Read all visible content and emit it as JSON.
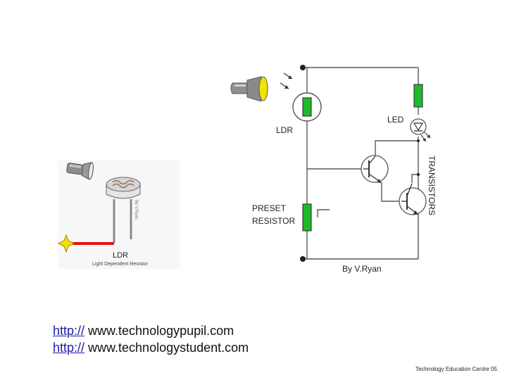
{
  "colors": {
    "wire": "#595959",
    "component_green": "#1fba2b",
    "beam_red": "#e31313",
    "link_blue": "#1a1aa6",
    "lamp_yellow": "#f2e300"
  },
  "ldr_photo": {
    "component_label": "LDR",
    "component_caption": "Light Dependent Resistor",
    "credit": "By V.Ryan"
  },
  "circuit": {
    "labels": {
      "ldr": "LDR",
      "led": "LED",
      "transistors": "TRANSISTORS",
      "preset_line1": "PRESET",
      "preset_line2": "RESISTOR"
    },
    "credit": "By V.Ryan"
  },
  "links": [
    {
      "prefix": "http://",
      "site": "www.technologypupil.com"
    },
    {
      "prefix": "http://",
      "site": "www.technologystudent.com"
    }
  ],
  "footer": "Technology Education Centre 05."
}
